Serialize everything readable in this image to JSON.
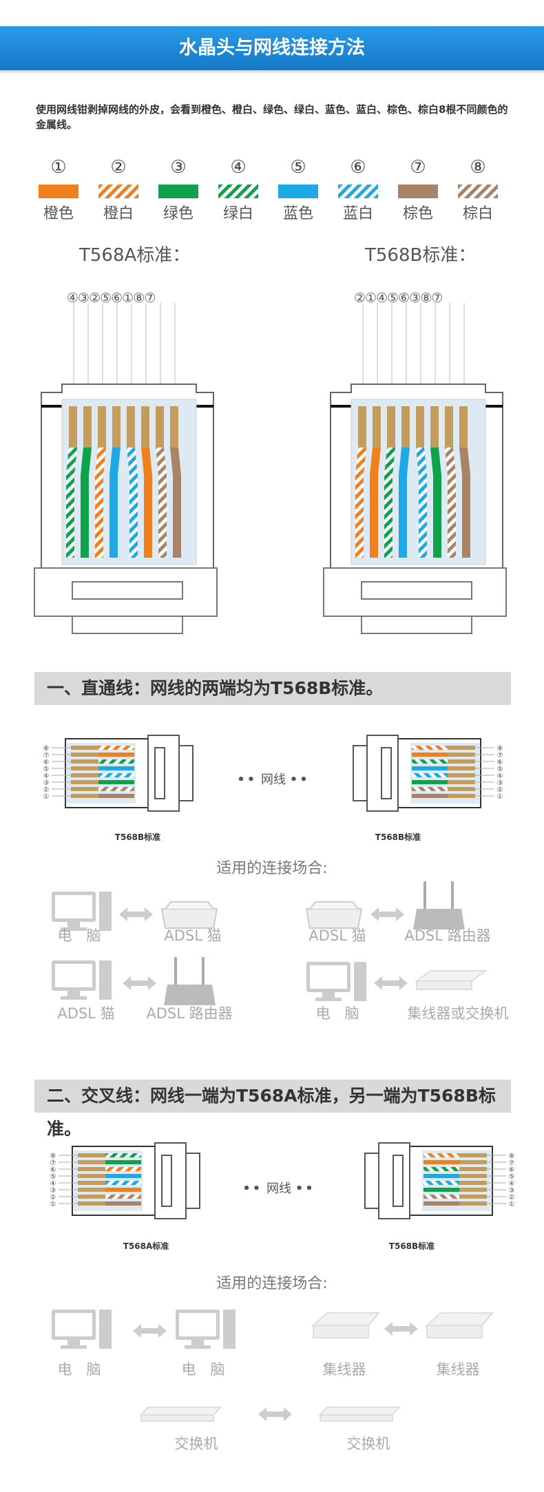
{
  "title": "水晶头与网线连接方法",
  "intro": "使用网线钳剥掉网线的外皮，会看到橙色、橙白、绿色、绿白、蓝色、蓝白、棕色、棕白8根不同颜色的金属线。",
  "colors": [
    {
      "num": "①",
      "name": "橙色",
      "hex": "#f07f1e",
      "striped": false
    },
    {
      "num": "②",
      "name": "橙白",
      "hex": "#f07f1e",
      "striped": true
    },
    {
      "num": "③",
      "name": "绿色",
      "hex": "#0ea24b",
      "striped": false
    },
    {
      "num": "④",
      "name": "绿白",
      "hex": "#0ea24b",
      "striped": true
    },
    {
      "num": "⑤",
      "name": "蓝色",
      "hex": "#1ea8e6",
      "striped": false
    },
    {
      "num": "⑥",
      "name": "蓝白",
      "hex": "#1ea8e6",
      "striped": true
    },
    {
      "num": "⑦",
      "name": "棕色",
      "hex": "#a88366",
      "striped": false
    },
    {
      "num": "⑧",
      "name": "棕白",
      "hex": "#a88366",
      "striped": true
    }
  ],
  "t568a": {
    "title": "T568A标准：",
    "order": "④③②⑤⑥①⑧⑦",
    "wires": [
      4,
      3,
      2,
      5,
      6,
      1,
      8,
      7
    ]
  },
  "t568b": {
    "title": "T568B标准：",
    "order": "②①④⑤⑥③⑧⑦",
    "wires": [
      2,
      1,
      4,
      5,
      6,
      3,
      8,
      7
    ]
  },
  "section1": {
    "heading": "一、直通线：网线的两端均为T568B标准。",
    "cable_label": "网线",
    "left_label": "T568B标准",
    "right_label": "T568B标准",
    "left_wires": [
      2,
      1,
      4,
      5,
      6,
      3,
      8,
      7
    ],
    "right_wires": [
      2,
      1,
      4,
      5,
      6,
      3,
      8,
      7
    ],
    "pin_numbers": "①②③④⑤⑥⑦⑧",
    "usage": "适用的连接场合:",
    "pairs": [
      [
        "电　脑",
        "ADSL 猫"
      ],
      [
        "ADSL 猫",
        "ADSL 路由器"
      ],
      [
        "ADSL 猫",
        "ADSL 路由器"
      ],
      [
        "电　脑",
        "集线器或交换机"
      ]
    ]
  },
  "section2": {
    "heading": "二、交叉线：网线一端为T568A标准，另一端为T568B标准。",
    "cable_label": "网线",
    "left_label": "T568A标准",
    "right_label": "T568B标准",
    "left_wires": [
      4,
      3,
      2,
      5,
      6,
      1,
      8,
      7
    ],
    "right_wires": [
      2,
      1,
      4,
      5,
      6,
      3,
      8,
      7
    ],
    "pin_numbers": "①②③④⑤⑥⑦⑧",
    "usage": "适用的连接场合:",
    "pairs": [
      [
        "电　脑",
        "电　脑"
      ],
      [
        "集线器",
        "集线器"
      ],
      [
        "交换机",
        "交换机"
      ]
    ]
  }
}
